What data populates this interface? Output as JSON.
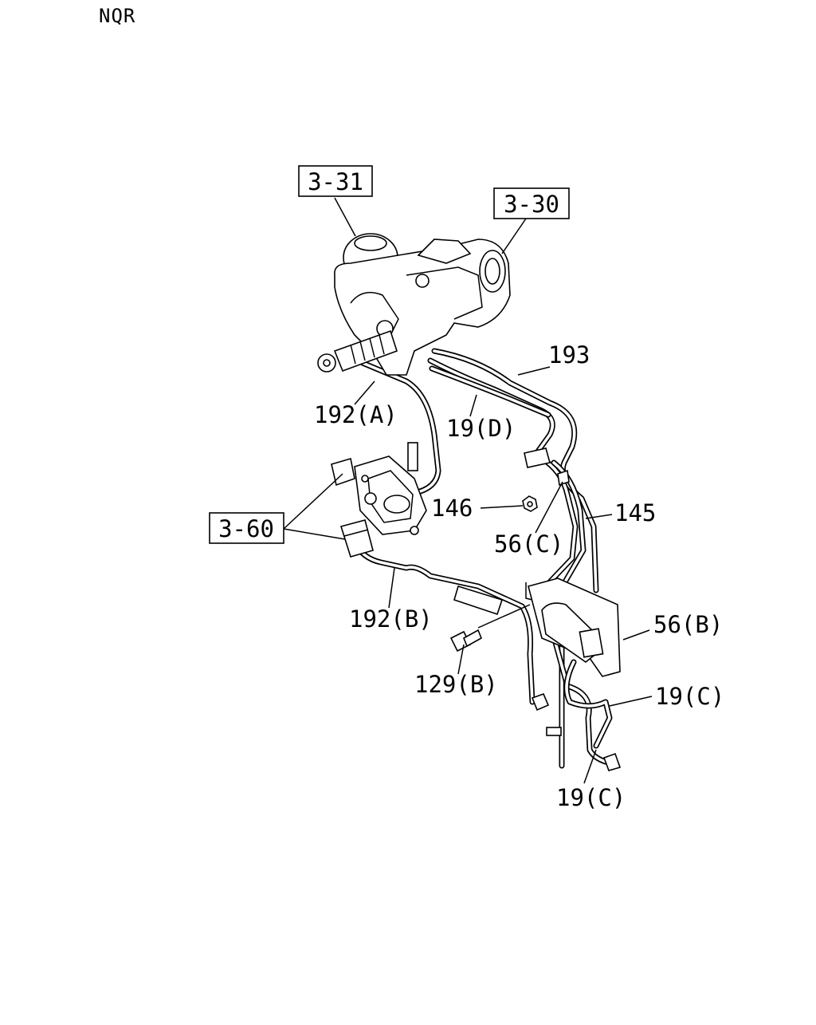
{
  "header": {
    "model": "NQR"
  },
  "refs": {
    "r331": "3-31",
    "r330": "3-30",
    "r360": "3-60"
  },
  "labels": {
    "p193": "193",
    "p192a": "192(A)",
    "p19d": "19(D)",
    "p146": "146",
    "p145": "145",
    "p56c": "56(C)",
    "p192b": "192(B)",
    "p56b": "56(B)",
    "p129b": "129(B)",
    "p19c_upper": "19(C)",
    "p19c_lower": "19(C)"
  }
}
